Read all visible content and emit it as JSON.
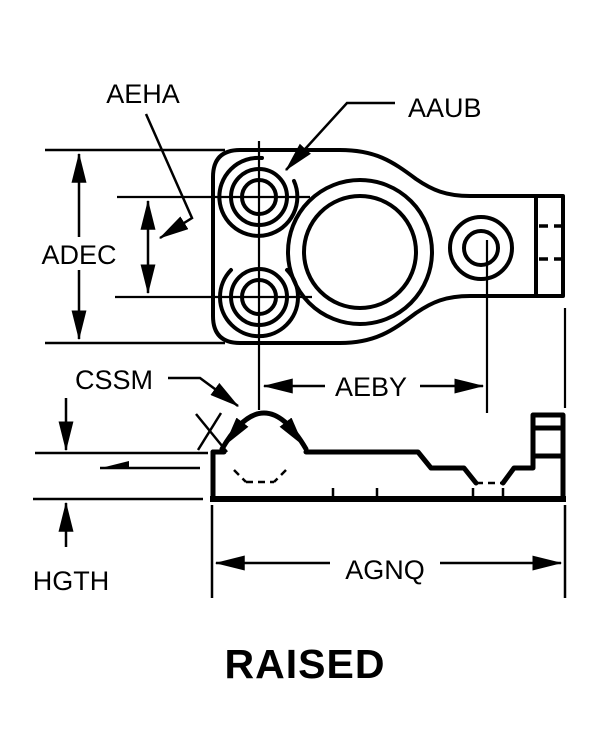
{
  "title": "RAISED",
  "drawing": {
    "type": "two-view mechanical part drawing (plan view and side elevation)",
    "labels": {
      "aeha": "AEHA",
      "aaub": "AAUB",
      "adec": "ADEC",
      "cssm": "CSSM",
      "aeby": "AEBY",
      "hgth": "HGTH",
      "agnq": "AGNQ"
    },
    "colors": {
      "line": "#000000",
      "background": "#ffffff"
    }
  }
}
